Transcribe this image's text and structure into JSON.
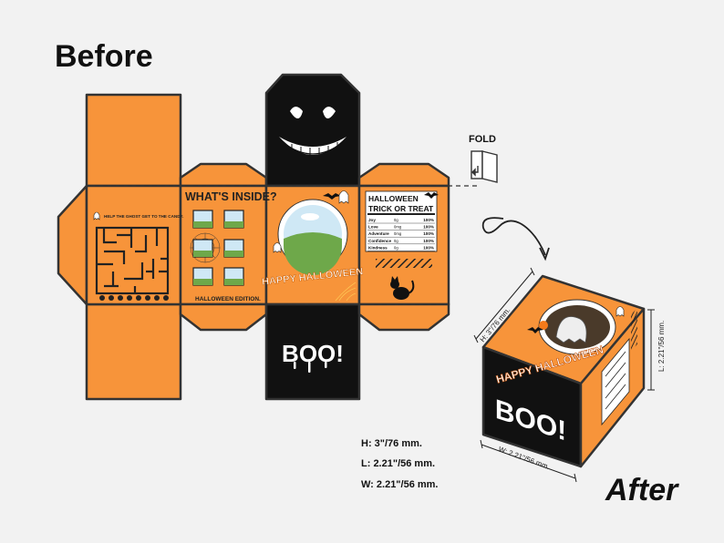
{
  "headings": {
    "before": "Before",
    "after": "After"
  },
  "fold": {
    "label": "FOLD"
  },
  "maze_panel": {
    "instruction": "HELP THE GHOST GET TO THE CANDY."
  },
  "inside_panel": {
    "title": "WHAT'S INSIDE?",
    "footer": "HALLOWEEN EDITION."
  },
  "front_panel": {
    "title": "HAPPY HALLOWEEN"
  },
  "bottom_panel": {
    "text": "BOO!"
  },
  "label_panel": {
    "title_line1": "HALLOWEEN",
    "title_line2": "TRICK OR TREAT",
    "rows": [
      {
        "name": "Joy",
        "amount": "0g",
        "pct": "100%"
      },
      {
        "name": "Love",
        "amount": "0mg",
        "pct": "100%"
      },
      {
        "name": "Adventure",
        "amount": "0mg",
        "pct": "100%"
      },
      {
        "name": "Confidence",
        "amount": "0g",
        "pct": "100%"
      },
      {
        "name": "Kindness",
        "amount": "0g",
        "pct": "100%"
      }
    ]
  },
  "dimensions": {
    "h": "H: 3\"/76 mm.",
    "l": "L: 2.21\"/56 mm.",
    "w": "W: 2.21\"/56 mm."
  },
  "box_labels": {
    "height": "H: 3\"/76 mm.",
    "length": "L: 2.21\"/56 mm.",
    "width": "W: 2.21\"/56 mm."
  },
  "box": {
    "front_text": "BOO!",
    "top_text": "HAPPY HALLOWEEN"
  },
  "colors": {
    "orange": "#f7943a",
    "black": "#111111",
    "outline": "#333333"
  }
}
